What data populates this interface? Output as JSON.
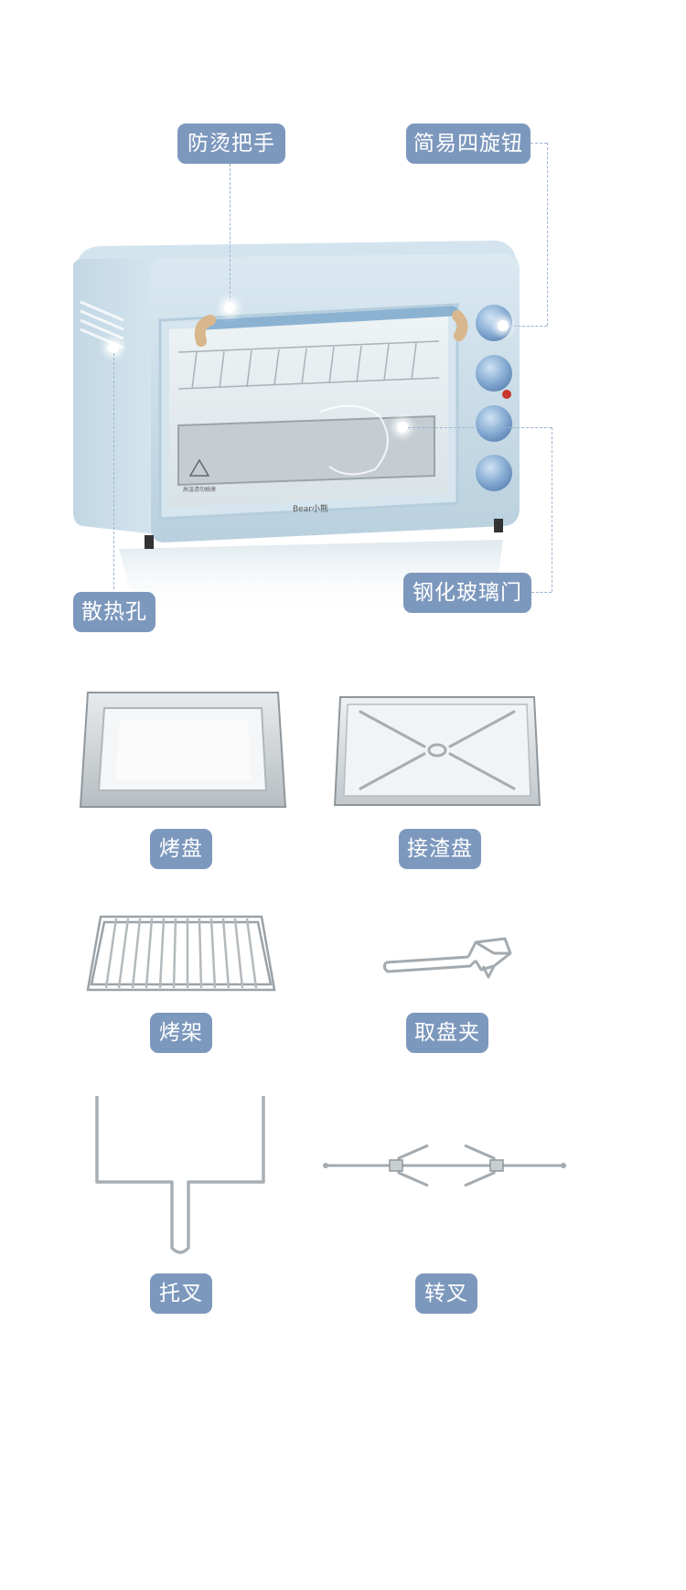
{
  "features": {
    "handle": "防烫把手",
    "knobs": "简易四旋钮",
    "vents": "散热孔",
    "door": "钢化玻璃门"
  },
  "oven": {
    "brand_mark": "Bear小熊",
    "caution_label": "高温请勿触摸",
    "body_color": "#c9dde8",
    "knob_color": "#7fa9d4"
  },
  "accessories": [
    {
      "label": "烤盘",
      "icon": "baking-tray-icon"
    },
    {
      "label": "接渣盘",
      "icon": "crumb-tray-icon"
    },
    {
      "label": "烤架",
      "icon": "wire-rack-icon"
    },
    {
      "label": "取盘夹",
      "icon": "tray-clip-icon"
    },
    {
      "label": "托叉",
      "icon": "support-fork-icon"
    },
    {
      "label": "转叉",
      "icon": "rotisserie-fork-icon"
    }
  ],
  "colors": {
    "pill_bg": "#7d98bd",
    "pill_text": "#ffffff"
  }
}
